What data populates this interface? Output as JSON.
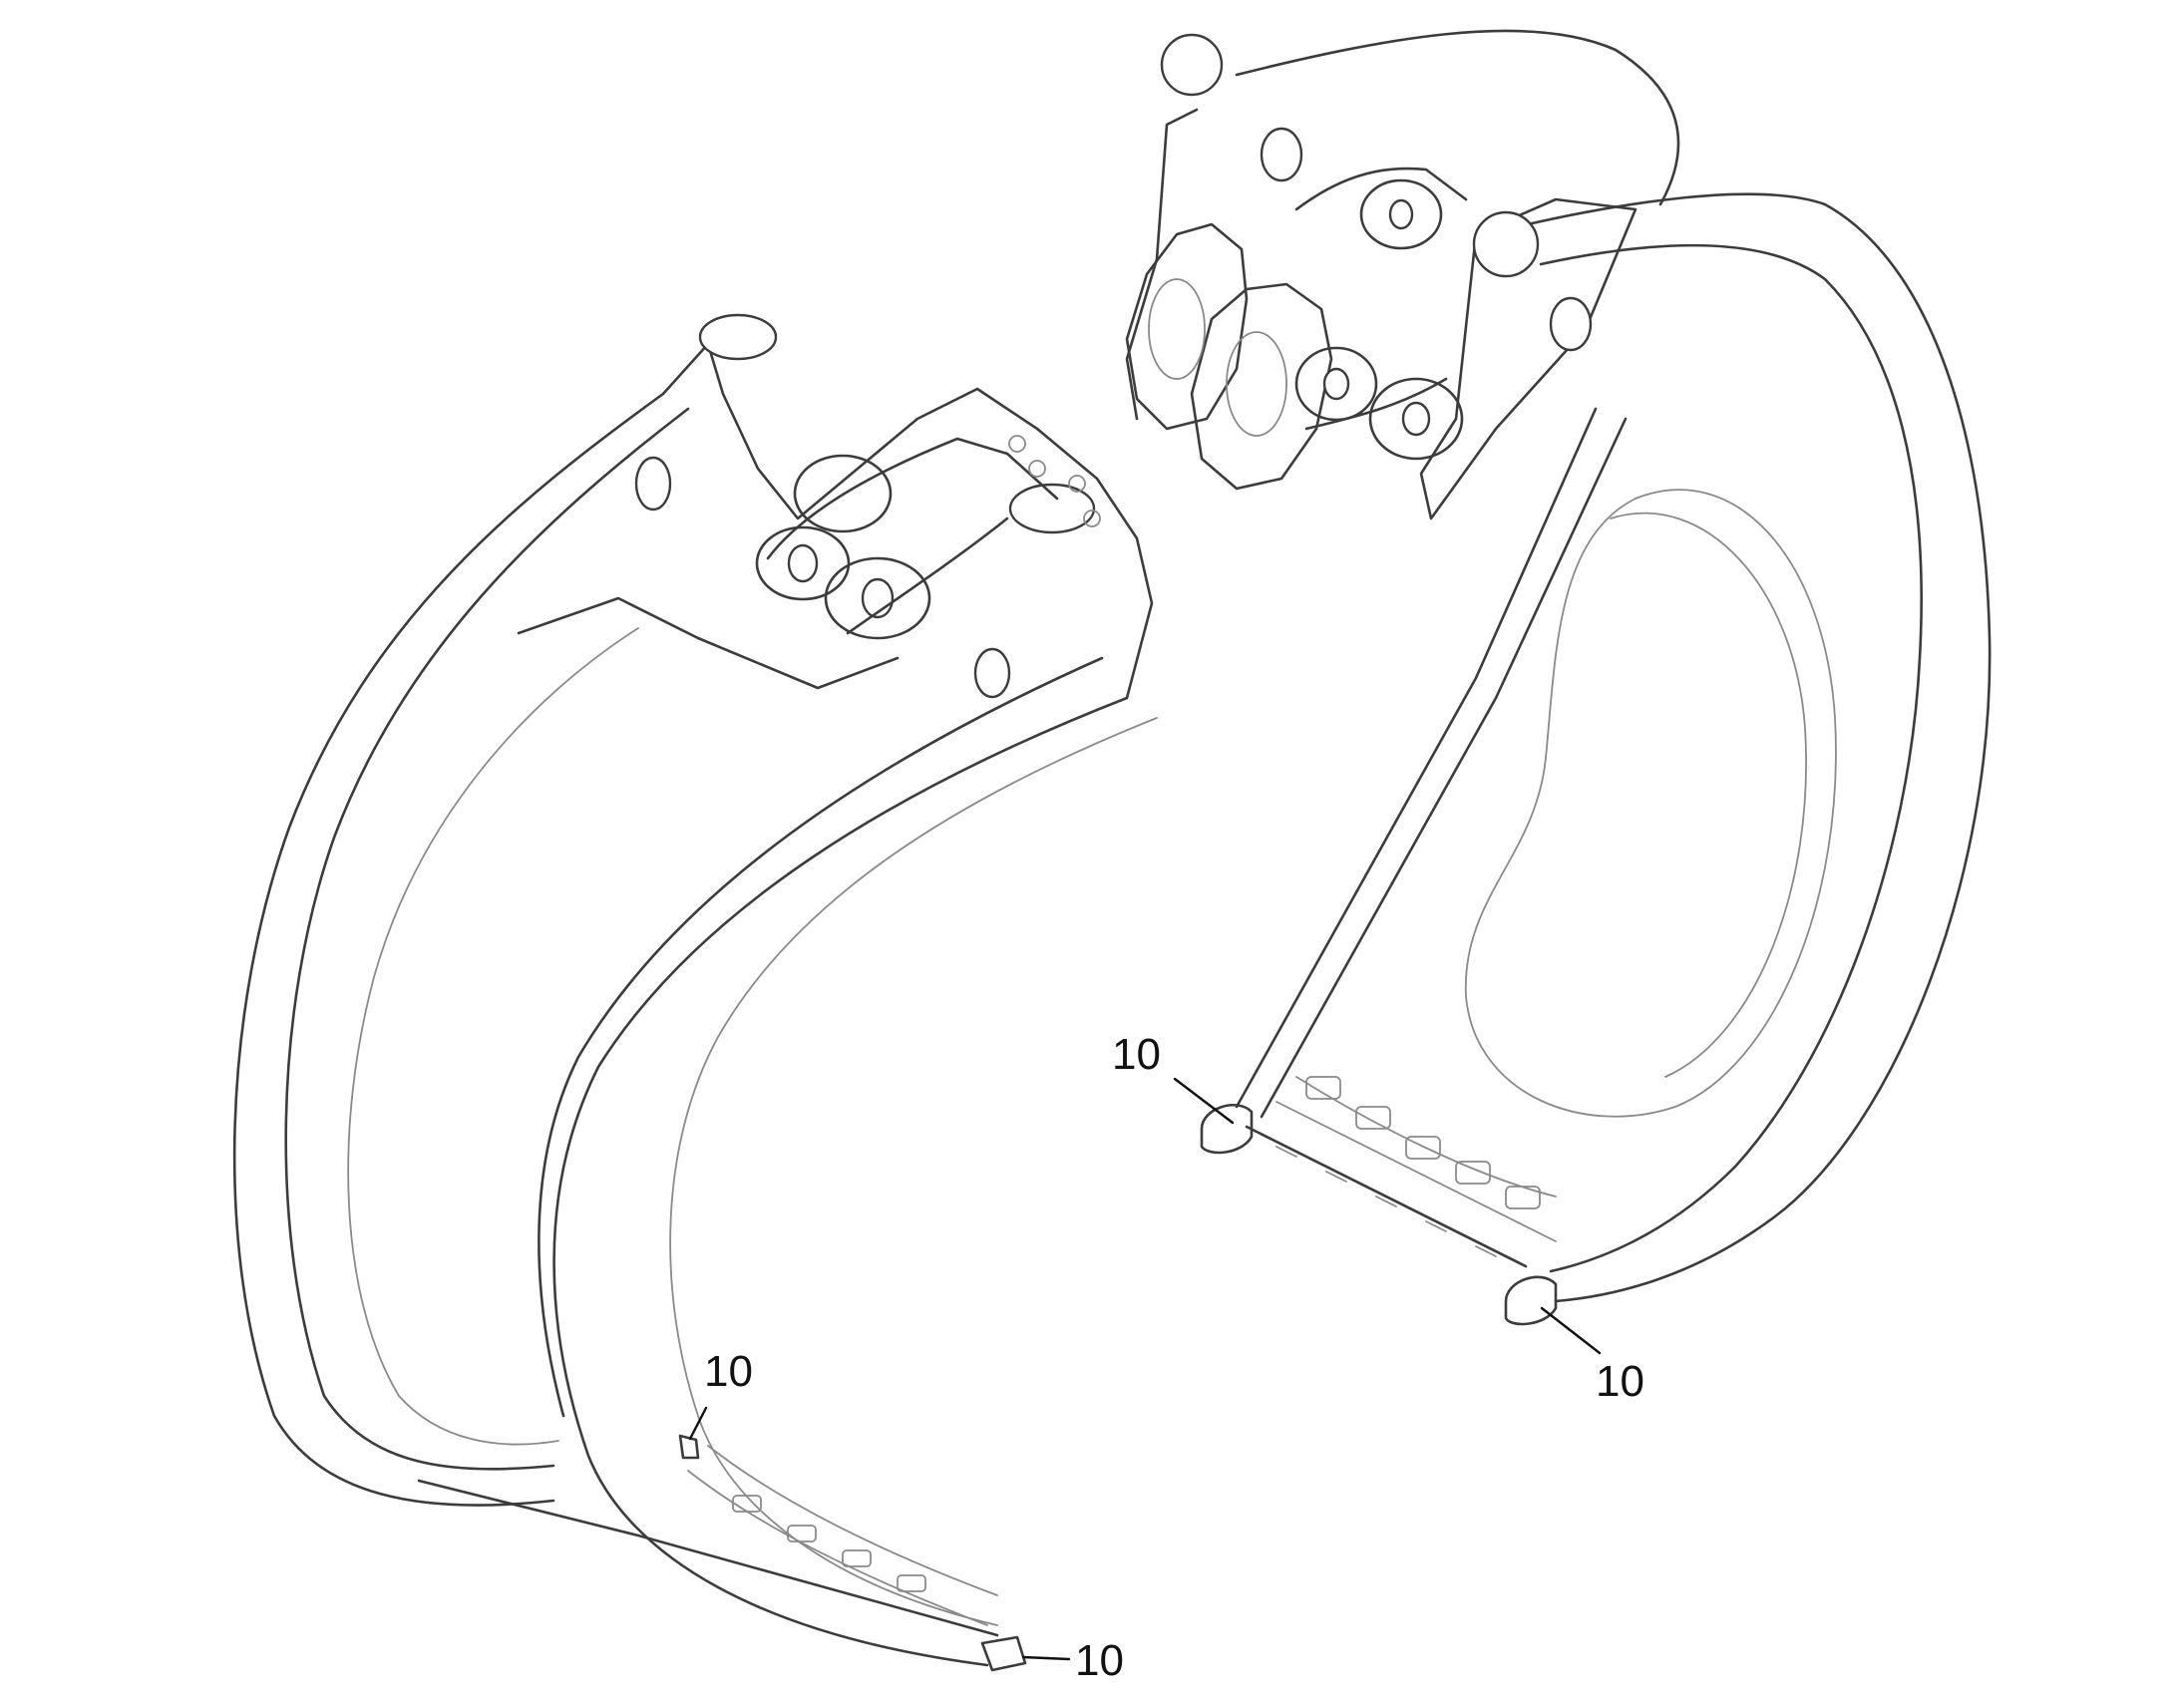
{
  "figure": {
    "callouts": [
      {
        "id": "callout-top-right-left-tip",
        "text": "10"
      },
      {
        "id": "callout-top-right-right-tip",
        "text": "10"
      },
      {
        "id": "callout-bottom-left-upper-tip",
        "text": "10"
      },
      {
        "id": "callout-bottom-left-lower-tip",
        "text": "10"
      }
    ]
  }
}
